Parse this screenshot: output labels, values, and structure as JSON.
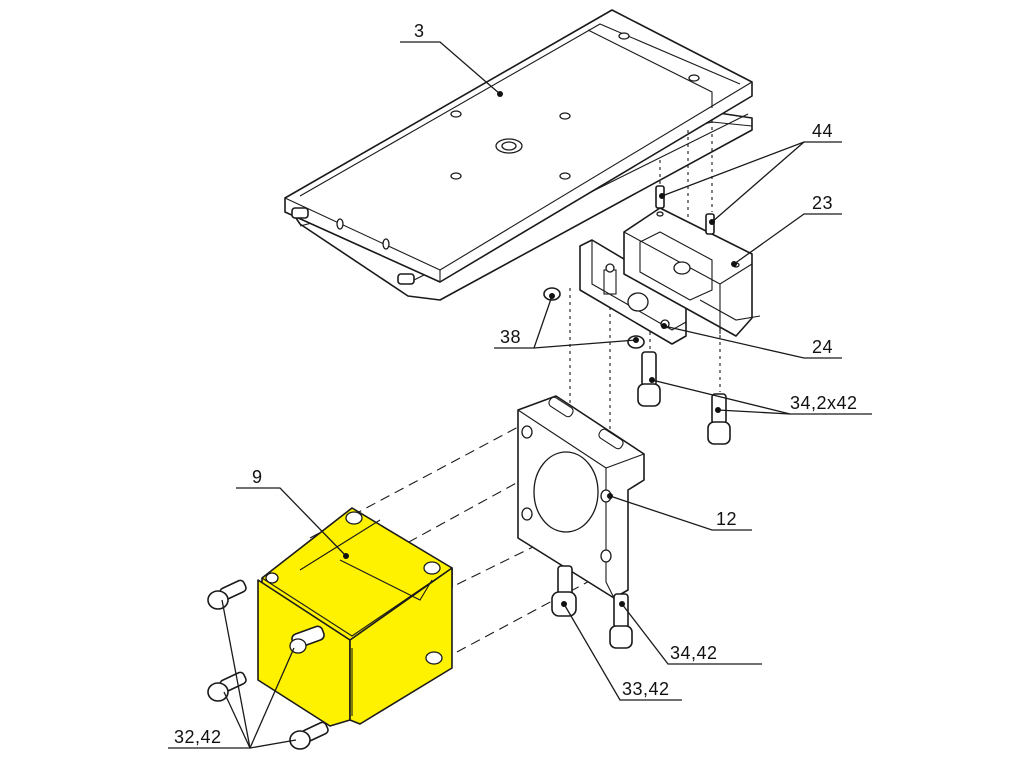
{
  "highlight_color": "#FFF200",
  "line_color": "#1A1A1A",
  "callouts": {
    "c3": "3",
    "c44": "44",
    "c23": "23",
    "c38": "38",
    "c24": "24",
    "c34x2": "34,2x42",
    "c12": "12",
    "c9": "9",
    "c3442": "34,42",
    "c3342": "33,42",
    "c3242": "32,42"
  }
}
